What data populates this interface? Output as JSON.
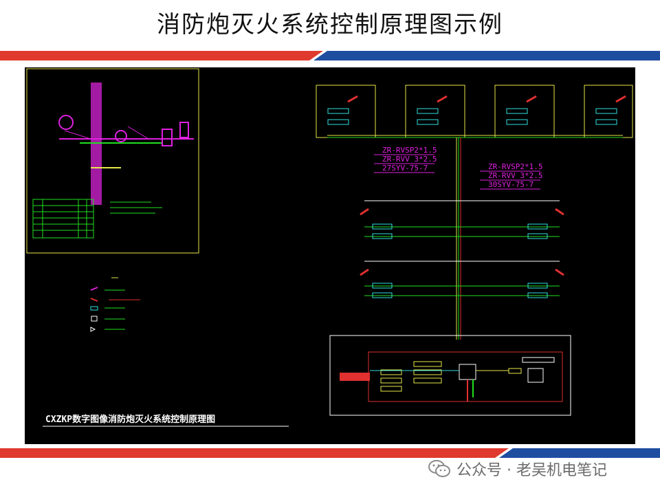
{
  "page": {
    "title": "消防炮灭火系统控制原理图示例",
    "watermark": "公众号 · 老吴机电笔记"
  },
  "colors": {
    "red_band": "#e03a2e",
    "blue_band": "#1f4ea1",
    "canvas": "#000000"
  },
  "drawing": {
    "caption": "CXZKP数字图像消防炮灭火系统控制原理图",
    "cable_spec_1": [
      "ZR-RVSP2*1.5",
      "ZR-RVV 3*2.5",
      "27SYV-75-7"
    ],
    "cable_spec_2": [
      "ZR-RVSP2*1.5",
      "ZR-RVV 3*2.5",
      "30SYV-75-7"
    ]
  }
}
